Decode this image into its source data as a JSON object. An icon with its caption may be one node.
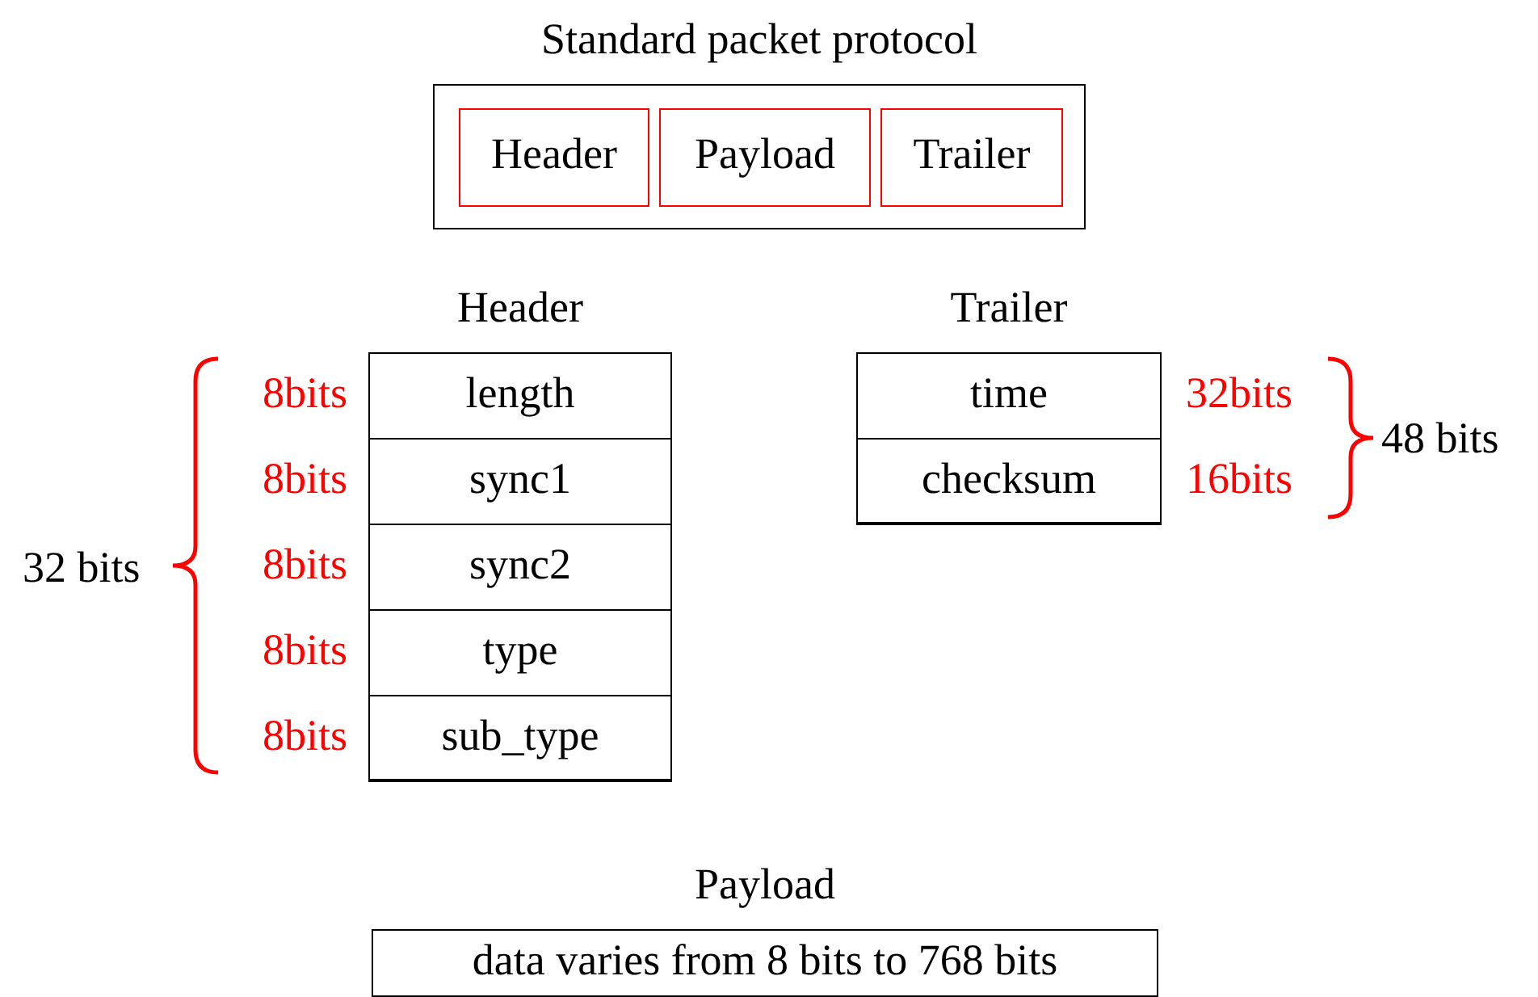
{
  "diagram": {
    "nodes": [
      {
        "text": [
          "Standard packet protocol"
        ]
      },
      {
        "text": [
          "Header"
        ],
        "in": 0
      },
      {
        "text": [
          "Payload"
        ],
        "in": 0
      },
      {
        "text": [
          "Trailer"
        ],
        "in": 0
      },
      {
        "text": [
          "Header"
        ]
      },
      {
        "text": [
          "length"
        ],
        "in": 4,
        "beside": [
          "8bits"
        ]
      },
      {
        "text": [
          "sync1"
        ],
        "in": 4,
        "beside": [
          "8bits"
        ]
      },
      {
        "text": [
          "sync2"
        ],
        "in": 4,
        "beside": [
          "8bits"
        ]
      },
      {
        "text": [
          "type"
        ],
        "in": 4,
        "beside": [
          "8bits"
        ]
      },
      {
        "text": [
          "sub_type"
        ],
        "in": 4,
        "beside": [
          "8bits"
        ]
      },
      {
        "text": [
          "Trailer"
        ]
      },
      {
        "text": [
          "time"
        ],
        "in": 10,
        "beside": [
          "32bits"
        ]
      },
      {
        "text": [
          "checksum"
        ],
        "in": 10,
        "beside": [
          "16bits"
        ]
      },
      {
        "text": [
          "Payload",
          "data varies from 8 bits to 768 bits"
        ]
      }
    ],
    "edges": [],
    "labels": [
      "32 bits",
      "48 bits"
    ]
  }
}
